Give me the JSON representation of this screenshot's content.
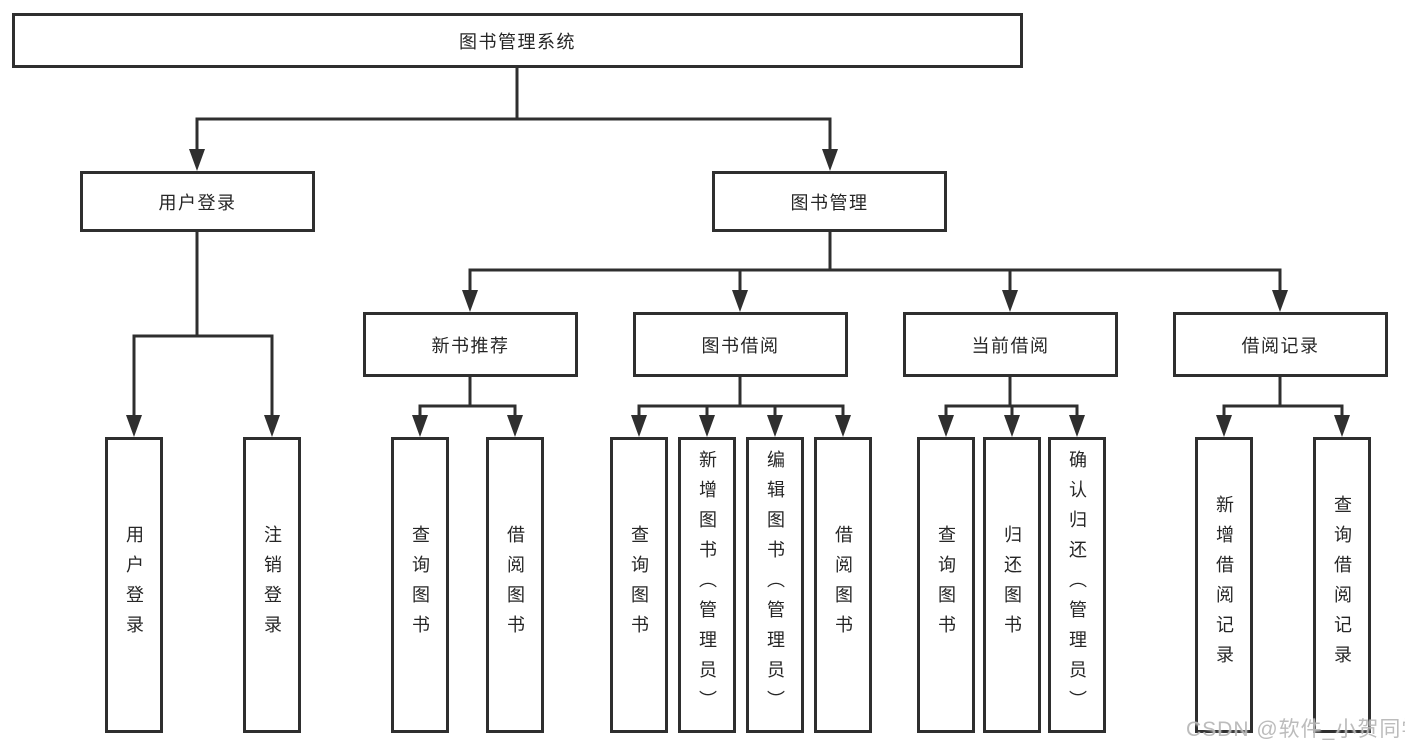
{
  "tree": {
    "root": {
      "label": "图书管理系统",
      "children": [
        {
          "label": "用户登录",
          "children": [
            {
              "label": "用户登录"
            },
            {
              "label": "注销登录"
            }
          ]
        },
        {
          "label": "图书管理",
          "children": [
            {
              "label": "新书推荐",
              "children": [
                {
                  "label": "查询图书"
                },
                {
                  "label": "借阅图书"
                }
              ]
            },
            {
              "label": "图书借阅",
              "children": [
                {
                  "label": "查询图书"
                },
                {
                  "label": "新增图书（管理员）"
                },
                {
                  "label": "编辑图书（管理员）"
                },
                {
                  "label": "借阅图书"
                }
              ]
            },
            {
              "label": "当前借阅",
              "children": [
                {
                  "label": "查询图书"
                },
                {
                  "label": "归还图书"
                },
                {
                  "label": "确认归还（管理员）"
                }
              ]
            },
            {
              "label": "借阅记录",
              "children": [
                {
                  "label": "新增借阅记录"
                },
                {
                  "label": "查询借阅记录"
                }
              ]
            }
          ]
        }
      ]
    }
  },
  "watermark": "CSDN @软件_小贺同学",
  "colors": {
    "line": "#2f2f2f",
    "text": "#262626",
    "background": "#ffffff",
    "watermark": "#b9b9b9"
  }
}
